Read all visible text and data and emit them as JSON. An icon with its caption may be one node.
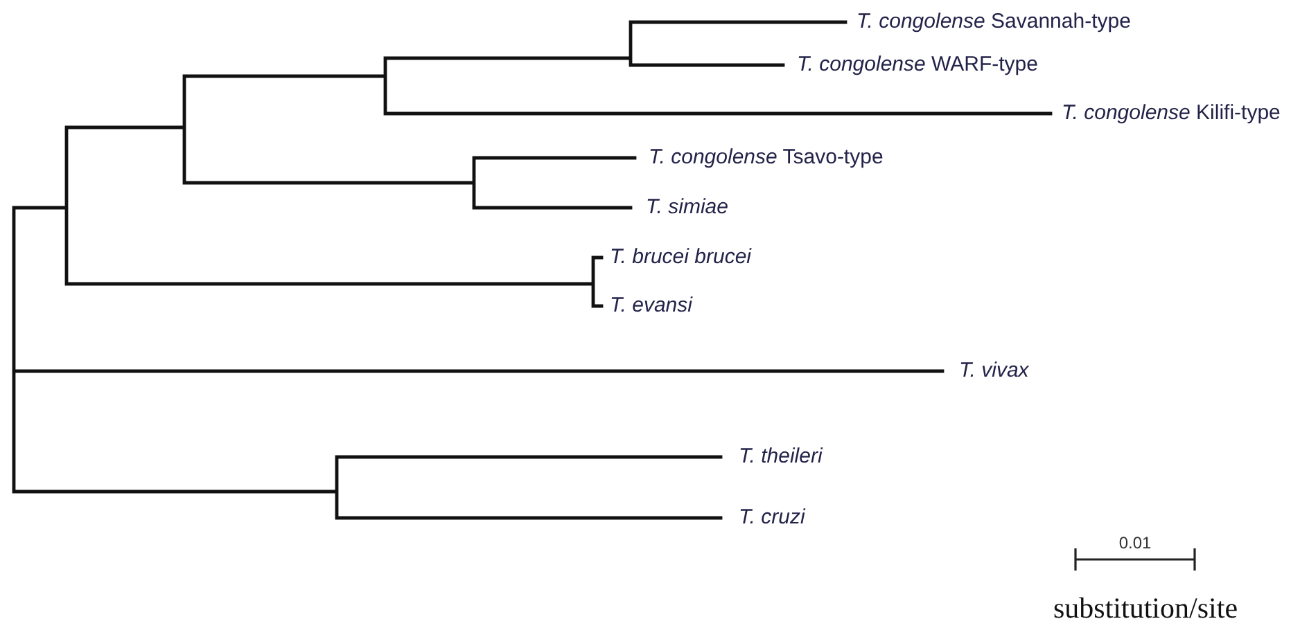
{
  "diagram": {
    "nodes": [
      {
        "text": [
          "*T. congolense* Savannah-type"
        ]
      },
      {
        "text": [
          "*T. congolense* WARF-type"
        ]
      },
      {
        "text": [
          "*T. congolense* Kilifi-type"
        ]
      },
      {
        "text": [
          "*T. congolense* Tsavo-type"
        ]
      },
      {
        "text": [
          "T. simiae"
        ]
      },
      {
        "text": [
          "T. brucei brucei"
        ]
      },
      {
        "text": [
          "T. evansi"
        ]
      },
      {
        "text": [
          "T. vivax"
        ]
      },
      {
        "text": [
          "T. theileri"
        ]
      },
      {
        "text": [
          "T. cruzi"
        ]
      }
    ],
    "labels": [
      "0.01",
      "substitution/site"
    ]
  }
}
